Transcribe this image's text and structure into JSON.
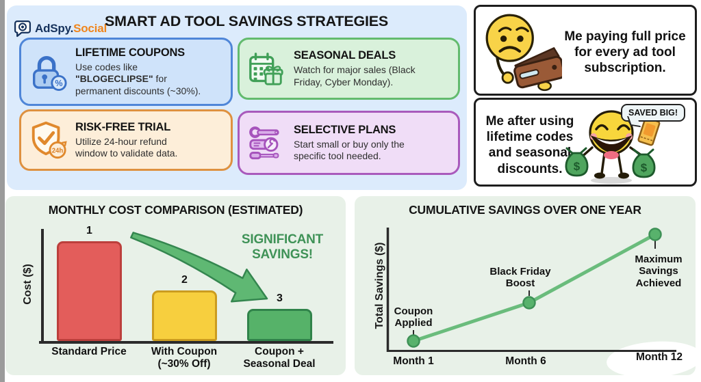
{
  "logo": {
    "brand": "AdSpy.",
    "brand_suffix": "Social"
  },
  "header": {
    "title": "SMART AD TOOL SAVINGS STRATEGIES"
  },
  "strategies": [
    {
      "icon": "lock-percent-icon",
      "icon_glyph": "%",
      "title": "LIFETIME COUPONS",
      "body_pre": "Use codes like ",
      "code": "\"BLOGECLIPSE\"",
      "body_post": " for permanent discounts (~30%).",
      "bg": "#cfe3fa",
      "border": "#4f86d8"
    },
    {
      "icon": "calendar-gift-icon",
      "title": "SEASONAL DEALS",
      "body": "Watch for major sales (Black Friday, Cyber Monday).",
      "bg": "#d9f1db",
      "border": "#63bb6e"
    },
    {
      "icon": "shield-24h-icon",
      "icon_glyph": "24h",
      "title": "RISK-FREE TRIAL",
      "body": "Utilize 24-hour refund window to validate data.",
      "bg": "#fdeed9",
      "border": "#de9140"
    },
    {
      "icon": "tools-icon",
      "title": "SELECTIVE PLANS",
      "body": "Start small or buy only the specific tool needed.",
      "bg": "#f0ddf7",
      "border": "#a95abc"
    }
  ],
  "meme": {
    "before": {
      "icon": "sad-emoji-empty-wallet",
      "caption": "Me paying full price for every ad tool subscription."
    },
    "after": {
      "icon": "happy-emoji-money-bags",
      "caption": "Me after using lifetime codes and seasonal discounts.",
      "speech_bubble": "SAVED BIG!",
      "money_bag_glyph": "$"
    }
  },
  "chart_data": [
    {
      "type": "bar",
      "title": "MONTHLY COST COMPARISON (ESTIMATED)",
      "xlabel": "",
      "ylabel": "Cost ($)",
      "categories": [
        "Standard Price",
        "With Coupon (~30% Off)",
        "Coupon + Seasonal Deal"
      ],
      "bar_numbers": [
        "1",
        "2",
        "3"
      ],
      "values_relative_pct": [
        100,
        51,
        32
      ],
      "colors": [
        "#e35d5b",
        "#f7cf3e",
        "#56b269"
      ],
      "border_colors": [
        "#bc3f3c",
        "#cb9c20",
        "#30834a"
      ],
      "annotation": "SIGNIFICANT SAVINGS!",
      "annotation_color": "#3f9257",
      "legend": "none",
      "grid": "off"
    },
    {
      "type": "line",
      "title": "CUMULATIVE SAVINGS OVER ONE YEAR",
      "xlabel": "",
      "ylabel": "Total Savings ($)",
      "x": [
        "Month 1",
        "Month 6",
        "Month 12"
      ],
      "values_relative_pct": [
        8,
        40,
        97
      ],
      "point_labels": [
        "Coupon Applied",
        "Black Friday Boost",
        "Maximum Savings Achieved"
      ],
      "line_color": "#6abc7c",
      "marker_color": "#58b26c",
      "marker_border": "#3e9156",
      "legend": "none",
      "grid": "off"
    }
  ]
}
